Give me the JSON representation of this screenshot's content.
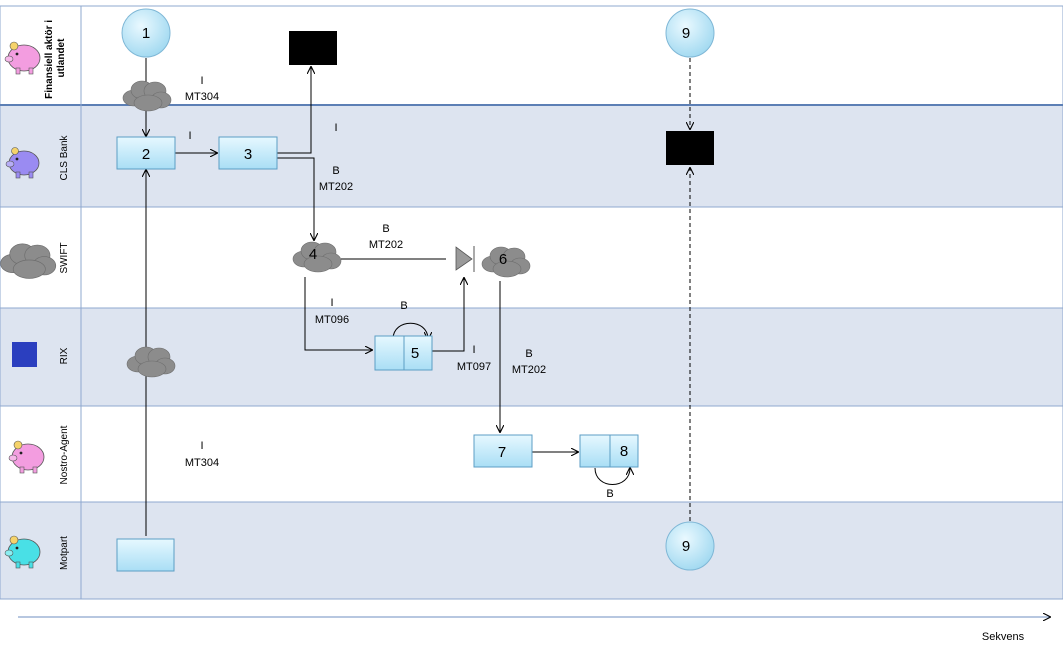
{
  "lanes": [
    {
      "label_line1": "Finansiell aktör i",
      "label_line2": "utlandet"
    },
    {
      "label_line1": "CLS Bank",
      "label_line2": ""
    },
    {
      "label_line1": "SWIFT",
      "label_line2": ""
    },
    {
      "label_line1": "RIX",
      "label_line2": ""
    },
    {
      "label_line1": "Nostro-Agent",
      "label_line2": ""
    },
    {
      "label_line1": "Motpart",
      "label_line2": ""
    }
  ],
  "steps": {
    "s1": "1",
    "s2": "2",
    "s3": "3",
    "s4": "4",
    "s5": "5",
    "s6": "6",
    "s7": "7",
    "s8": "8",
    "s9_top": "9",
    "s9_bottom": "9"
  },
  "labels": {
    "i_mt304_top_i": "I",
    "i_mt304_top_msg": "MT304",
    "i_2_3": "I",
    "i_3_up": "I",
    "b_mt202_3_b": "B",
    "b_mt202_3_msg": "MT202",
    "b_mt202_4_b": "B",
    "b_mt202_4_msg": "MT202",
    "i_mt096_i": "I",
    "i_mt096_msg": "MT096",
    "b_loop5": "B",
    "i_mt097_i": "I",
    "i_mt097_msg": "MT097",
    "b_mt202_6_b": "B",
    "b_mt202_6_msg": "MT202",
    "i_mt304_bottom_i": "I",
    "i_mt304_bottom_msg": "MT304",
    "b_loop8": "B"
  },
  "footer": {
    "sekvens": "Sekvens"
  },
  "colors": {
    "lane_shaded": "#dde4f0",
    "lane_border": "#6f8fc0",
    "box_fill": "#cdeffb",
    "box_stroke": "#5c9ec4",
    "circle_fill": "#c8ecfa",
    "cloud_fill": "#8c8c8c",
    "rix_square": "#2b3fbf",
    "piggy_pink": "#f39de0",
    "piggy_purple": "#9a8bf2",
    "piggy_cyan": "#49e0e6"
  }
}
